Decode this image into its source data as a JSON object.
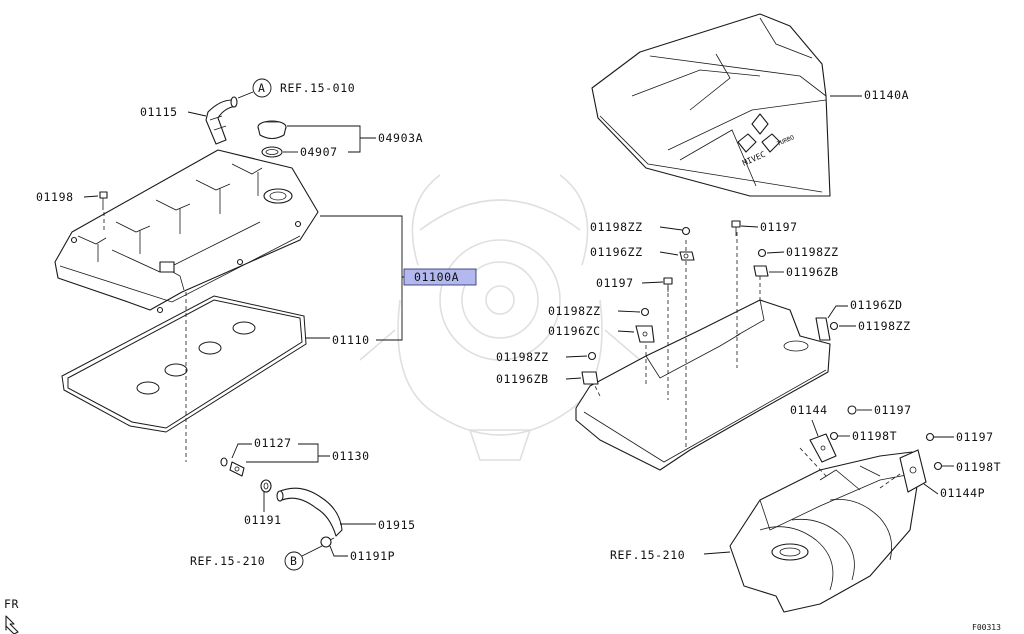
{
  "diagram": {
    "labels": {
      "p01115": "01115",
      "p01198": "01198",
      "p04907": "04907",
      "p04903A": "04903A",
      "p01100A": "01100A",
      "p01110": "01110",
      "p01127": "01127",
      "p01130": "01130",
      "p01191": "01191",
      "p01915": "01915",
      "p01191P": "01191P",
      "p01140A": "01140A",
      "p01198ZZ_a": "01198ZZ",
      "p01197_a": "01197",
      "p01196ZZ": "01196ZZ",
      "p01198ZZ_b": "01198ZZ",
      "p01197_b": "01197",
      "p01196ZB_a": "01196ZB",
      "p01198ZZ_c": "01198ZZ",
      "p01196ZC": "01196ZC",
      "p01196ZD": "01196ZD",
      "p01198ZZ_d": "01198ZZ",
      "p01198ZZ_e": "01198ZZ",
      "p01196ZB_b": "01196ZB",
      "p01144": "01144",
      "p01197_c": "01197",
      "p01198T_a": "01198T",
      "p01197_d": "01197",
      "p01198T_b": "01198T",
      "p01144P": "01144P"
    },
    "refs": {
      "ref_a": "REF.15-010",
      "ref_b": "REF.15-210",
      "ref_c": "REF.15-210"
    },
    "circles": {
      "a": "A",
      "b": "B"
    },
    "emblem_text": "MIVEC",
    "emblem_sub": "TURBO",
    "front_marker": "FR",
    "figure_id": "F00313"
  }
}
